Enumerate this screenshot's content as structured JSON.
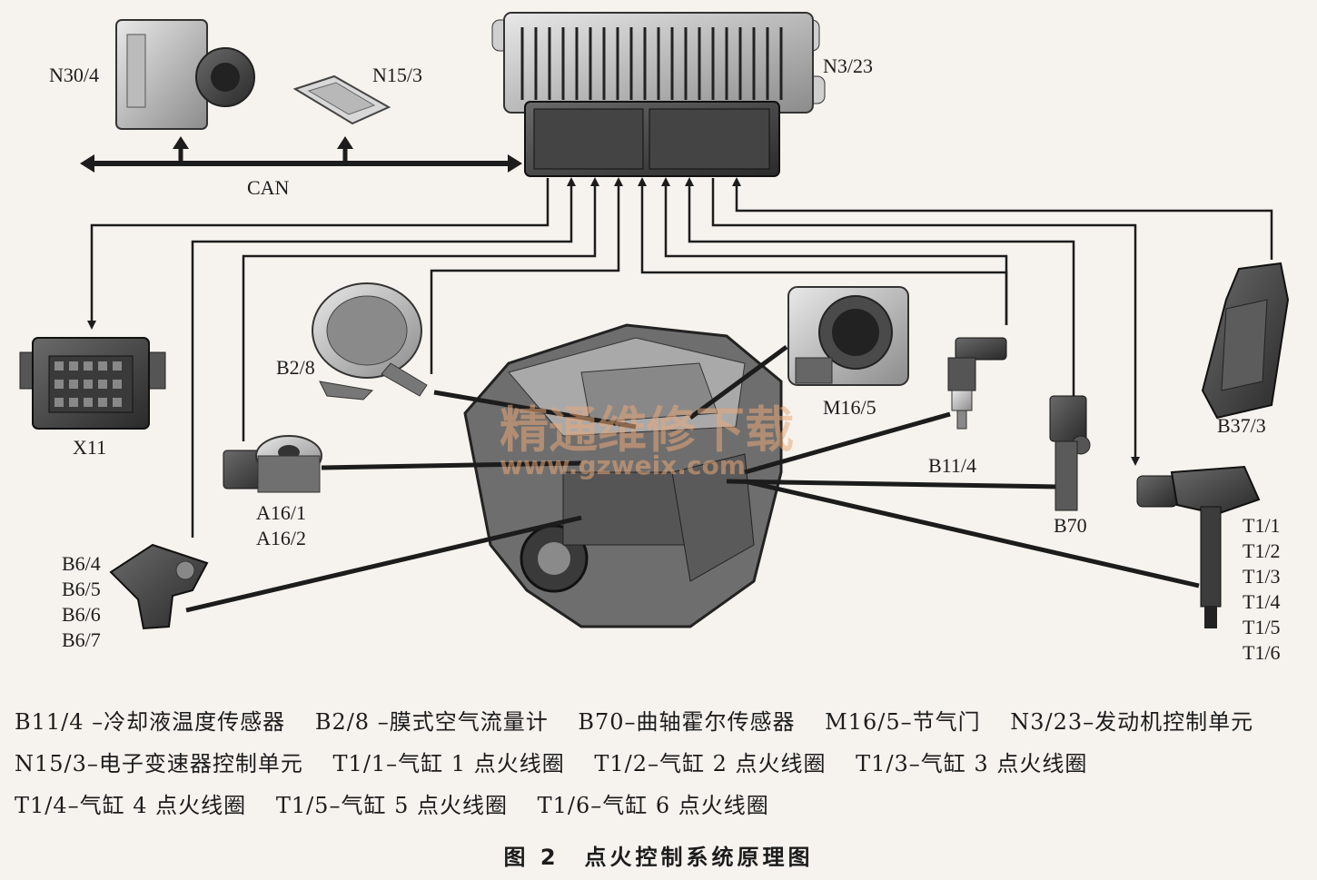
{
  "labels": {
    "n30_4": "N30/4",
    "n15_3": "N15/3",
    "n3_23": "N3/23",
    "can": "CAN",
    "x11": "X11",
    "b2_8": "B2/8",
    "m16_5": "M16/5",
    "b11_4": "B11/4",
    "b70": "B70",
    "b37_3": "B37/3",
    "a16_1": "A16/1",
    "a16_2": "A16/2",
    "b6": [
      "B6/4",
      "B6/5",
      "B6/6",
      "B6/7"
    ],
    "t1": [
      "T1/1",
      "T1/2",
      "T1/3",
      "T1/4",
      "T1/5",
      "T1/6"
    ]
  },
  "watermark": {
    "line1": "精通维修下载",
    "line2": "www.gzweix.com"
  },
  "legend": [
    "B11/4 –冷却液温度传感器",
    "B2/8 –膜式空气流量计",
    "B70–曲轴霍尔传感器",
    "M16/5–节气门",
    "N3/23–发动机控制单元",
    "N15/3–电子变速器控制单元",
    "T1/1–气缸 1 点火线圈",
    "T1/2–气缸 2 点火线圈",
    "T1/3–气缸 3 点火线圈",
    "T1/4–气缸 4 点火线圈",
    "T1/5–气缸 5 点火线圈",
    "T1/6–气缸 6 点火线圈"
  ],
  "figure_title": "图 2　点火控制系统原理图"
}
